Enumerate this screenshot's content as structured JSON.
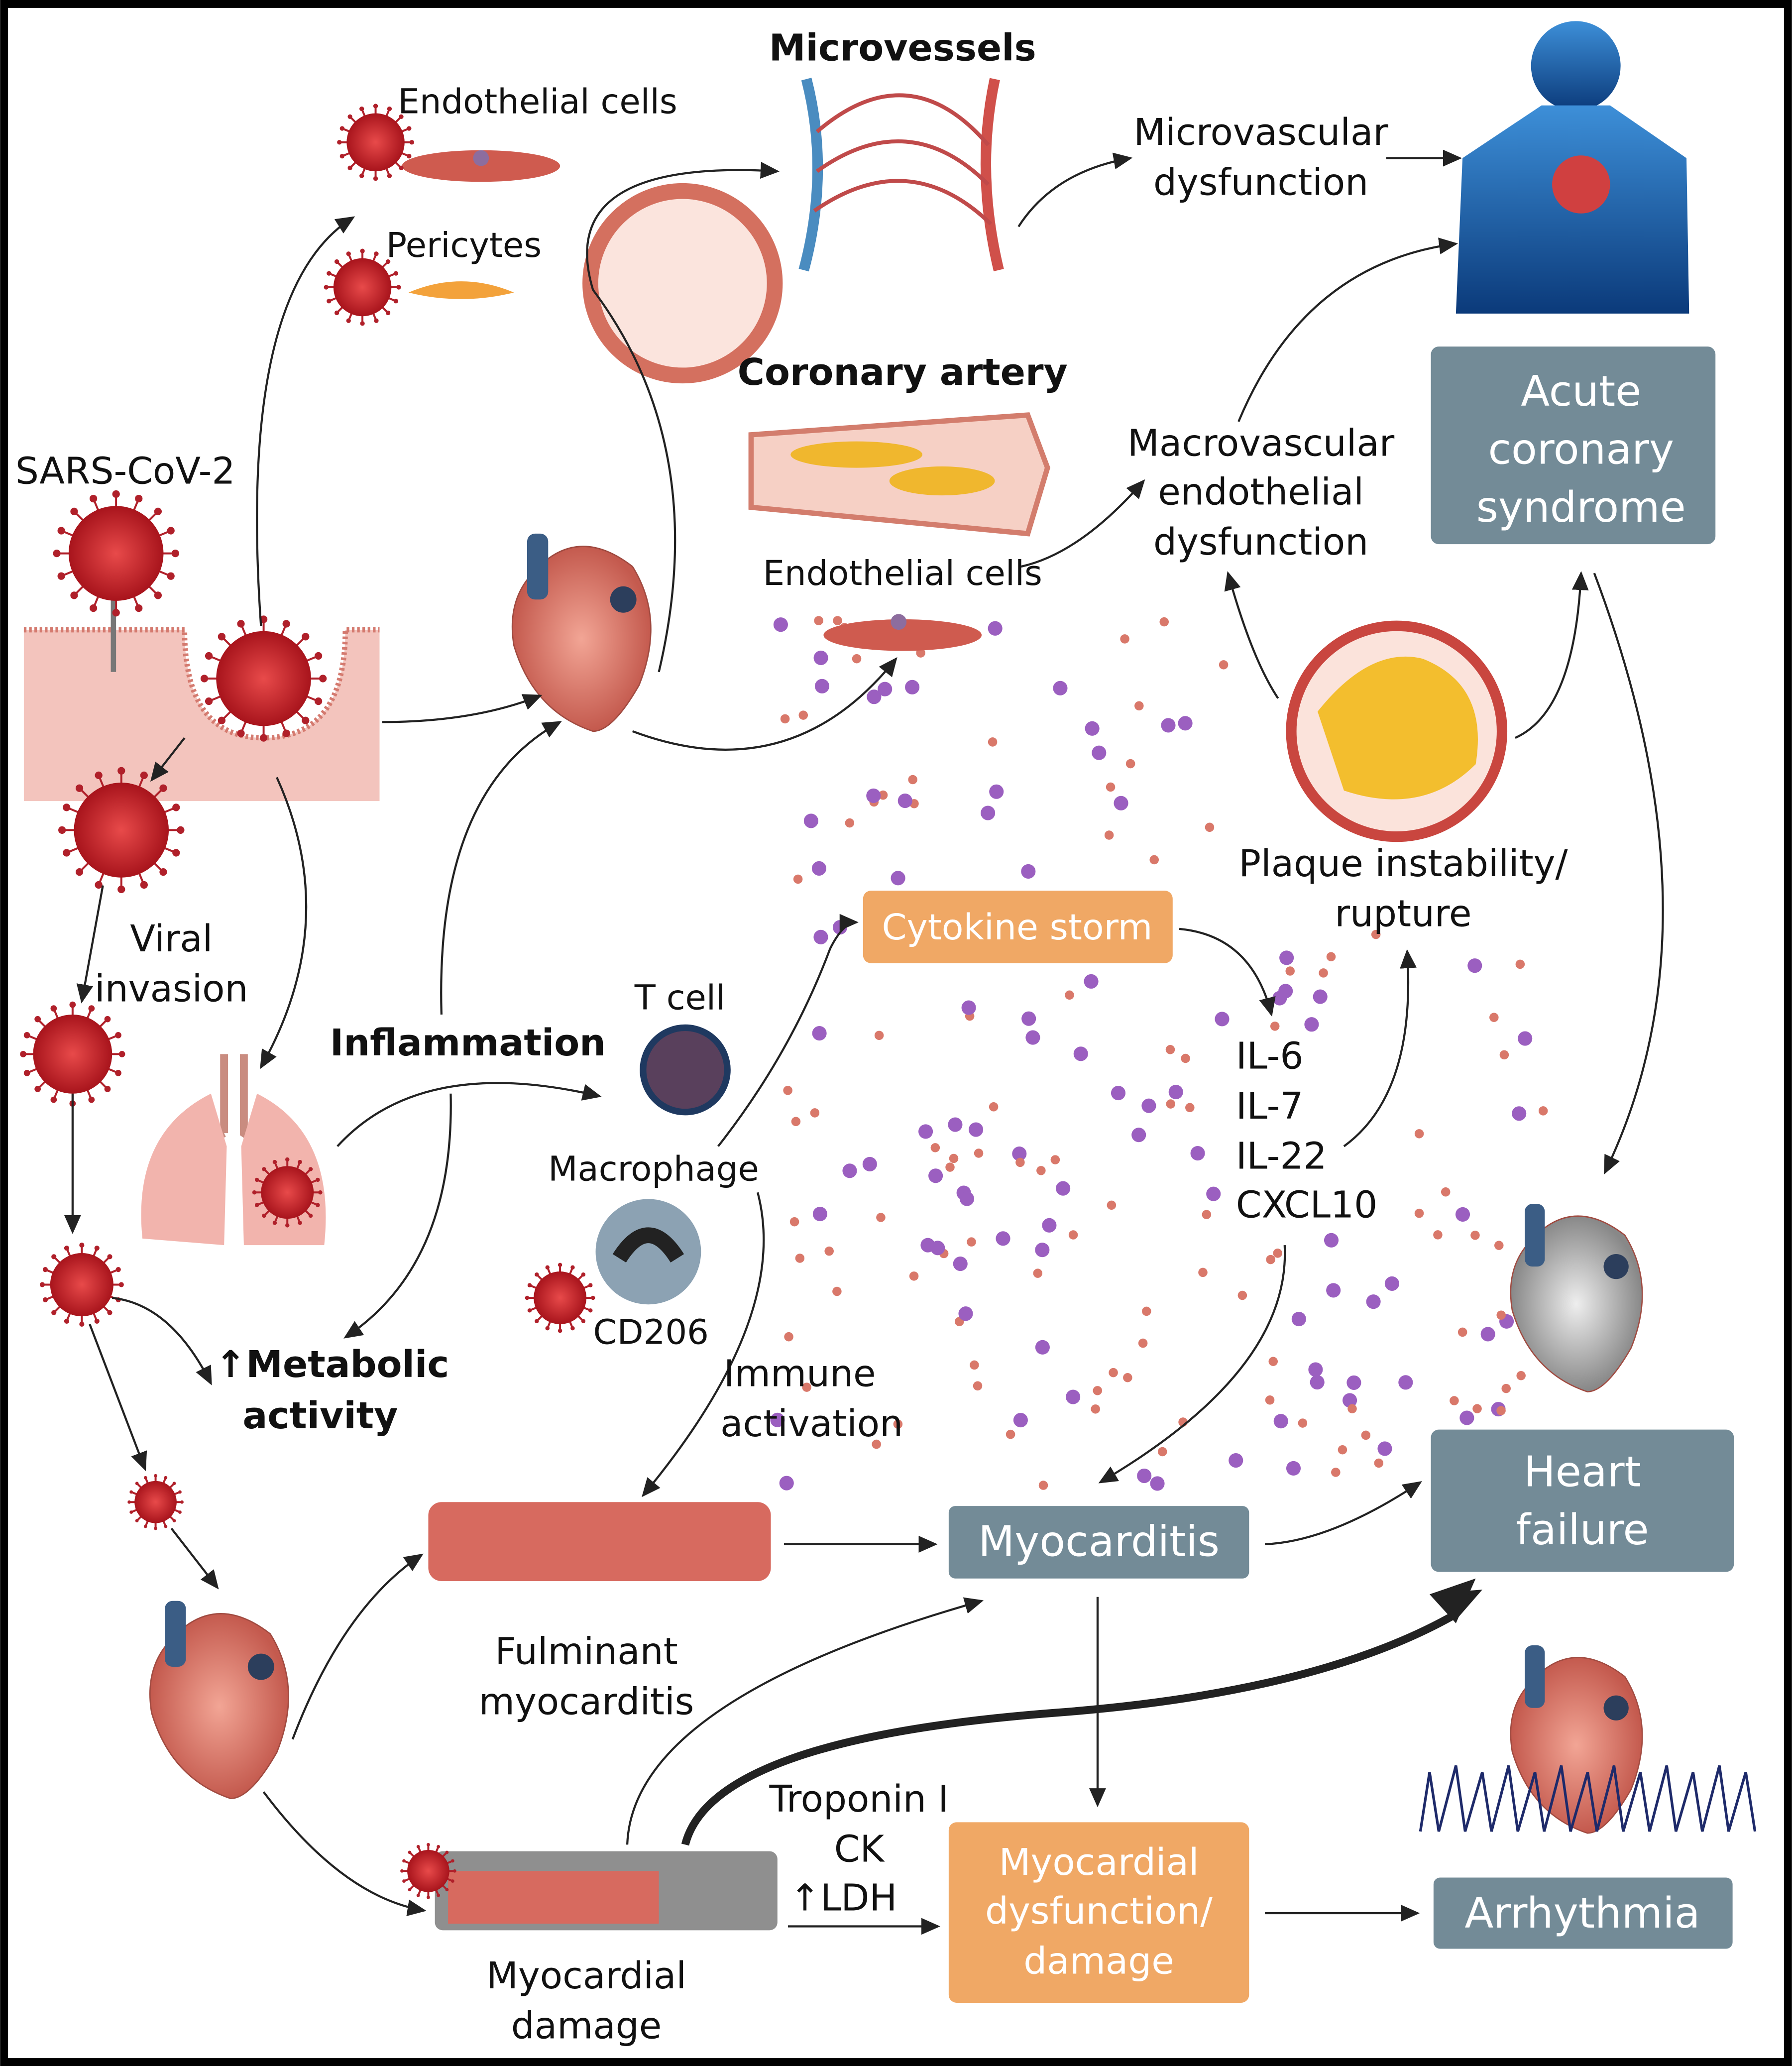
{
  "colors": {
    "gray_box": "#738b97",
    "orange_box": "#f0a865",
    "virus": "#c8242b",
    "border": "#000000",
    "particle_purple": "#9b5fc0",
    "particle_red": "#d9786a"
  },
  "labels": {
    "microvessels": "Microvessels",
    "endothelial_cells_top": "Endothelial cells",
    "pericytes": "Pericytes",
    "microvascular_dysfunction": [
      "Microvascular",
      "dysfunction"
    ],
    "coronary_artery": "Coronary artery",
    "macrovascular": [
      "Macrovascular",
      "endothelial",
      "dysfunction"
    ],
    "sars_cov_2": "SARS-CoV-2",
    "endothelial_cells_mid": "Endothelial cells",
    "viral_invasion": [
      "Viral",
      "invasion"
    ],
    "plaque": [
      "Plaque instability/",
      "rupture"
    ],
    "t_cell": "T cell",
    "inflammation": "Inflammation",
    "cytokines": [
      "IL-6",
      "IL-7",
      "IL-22",
      "CXCL10"
    ],
    "macrophage": "Macrophage",
    "cd206": "CD206",
    "metabolic_activity": [
      "↑Metabolic",
      "activity"
    ],
    "immune_activation": [
      "Immune",
      "activation"
    ],
    "fulminant_myocarditis": [
      "Fulminant",
      "myocarditis"
    ],
    "markers": [
      "Troponin I",
      "CK",
      "↑LDH"
    ],
    "myocardial_damage": [
      "Myocardial",
      "damage"
    ]
  },
  "boxes": {
    "acute_coronary_syndrome": [
      "Acute",
      "coronary",
      "syndrome"
    ],
    "cytokine_storm": "Cytokine storm",
    "heart_failure": [
      "Heart",
      "failure"
    ],
    "myocarditis": "Myocarditis",
    "myocardial_dysfunction": [
      "Myocardial",
      "dysfunction/",
      "damage"
    ],
    "arrhythmia": "Arrhythmia"
  }
}
